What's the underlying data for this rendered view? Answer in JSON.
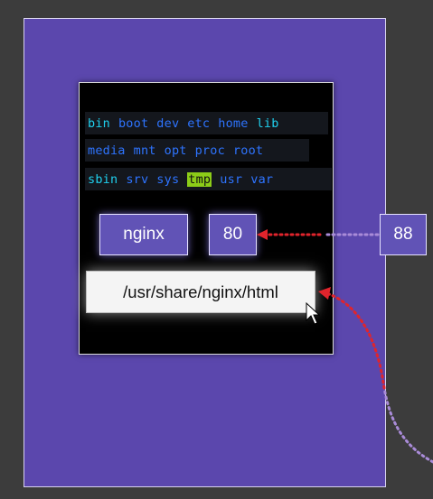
{
  "directories": {
    "row1": [
      "bin",
      "boot",
      "dev",
      "etc",
      "home",
      "lib"
    ],
    "row2": [
      "media",
      "mnt",
      "opt",
      "proc",
      "root"
    ],
    "row3": [
      "sbin",
      "srv",
      "sys",
      "tmp",
      "usr",
      "var"
    ]
  },
  "container": {
    "image_name": "nginx",
    "port": "80",
    "path": "/usr/share/nginx/html"
  },
  "host": {
    "port": "88"
  },
  "colors": {
    "panel": "#5b47ad",
    "box": "#6153b6",
    "dir_blue": "#2e74ff",
    "dir_cyan": "#1fd0ee",
    "highlight": "#8ccc18",
    "arrow_red": "#e0242c",
    "arrow_lavender": "#a98bd8"
  },
  "icons": [
    "mouse-cursor-icon"
  ]
}
